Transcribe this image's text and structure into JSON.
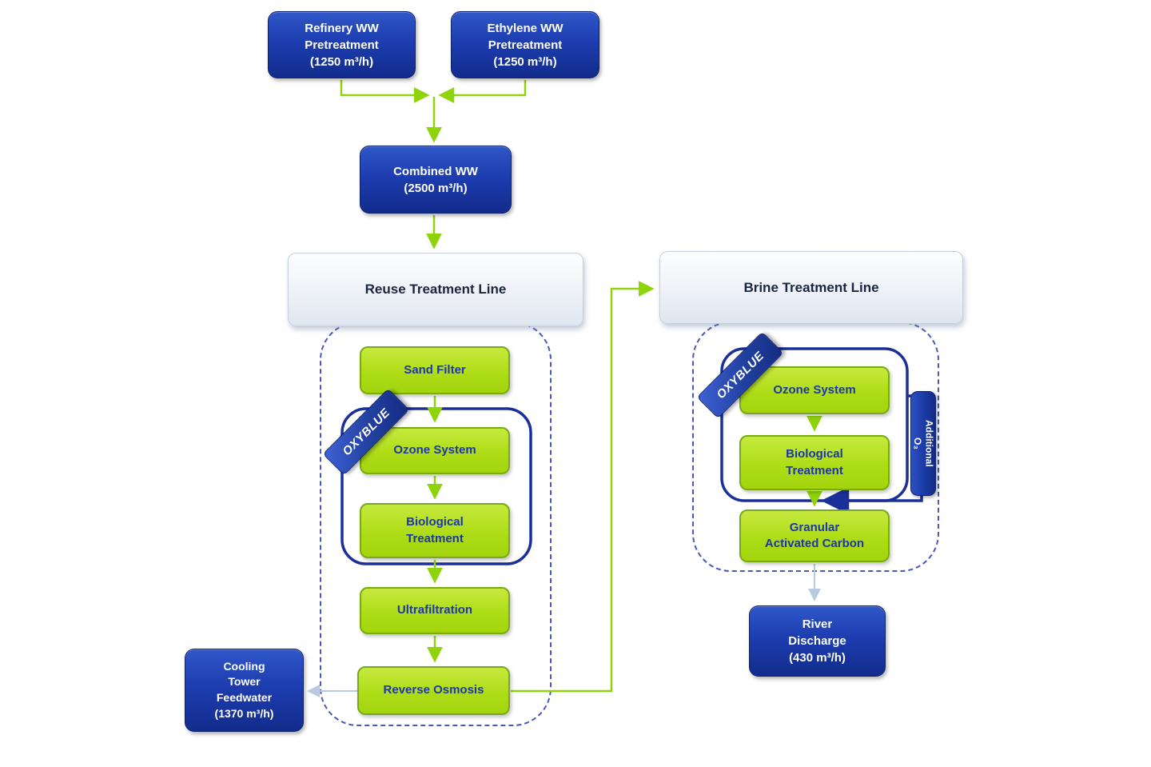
{
  "diagram": {
    "description": "Wastewater treatment process flow diagram",
    "colors": {
      "node_blue": "#1d3db0",
      "node_green": "#aedd17",
      "arrow_green": "#8fd30a",
      "arrow_pale_blue": "#b8c9e2",
      "loop_navy": "#1b2f9b",
      "dashed_border": "#4a58b8"
    },
    "nodes": {
      "refinery": {
        "label": "Refinery WW\nPretreatment\n(1250 m³/h)"
      },
      "ethylene": {
        "label": "Ethylene WW\nPretreatment\n(1250 m³/h)"
      },
      "combined": {
        "label": "Combined WW\n(2500 m³/h)"
      },
      "reuse_header": {
        "label": "Reuse Treatment Line"
      },
      "brine_header": {
        "label": "Brine Treatment Line"
      },
      "sand_filter": {
        "label": "Sand Filter"
      },
      "ozone_reuse": {
        "label": "Ozone System"
      },
      "bio_reuse": {
        "label": "Biological\nTreatment"
      },
      "ultrafiltration": {
        "label": "Ultrafiltration"
      },
      "reverse_osmosis": {
        "label": "Reverse Osmosis"
      },
      "cooling_tower": {
        "label": "Cooling\nTower\nFeedwater\n(1370 m³/h)"
      },
      "ozone_brine": {
        "label": "Ozone System"
      },
      "bio_brine": {
        "label": "Biological\nTreatment"
      },
      "gac": {
        "label": "Granular\nActivated Carbon"
      },
      "river": {
        "label": "River\nDischarge\n(430 m³/h)"
      },
      "oxyblue_reuse": {
        "label": "OXYBLUE"
      },
      "oxyblue_brine": {
        "label": "OXYBLUE"
      },
      "additional_o3": {
        "label": "Additional\nO₃"
      }
    }
  }
}
